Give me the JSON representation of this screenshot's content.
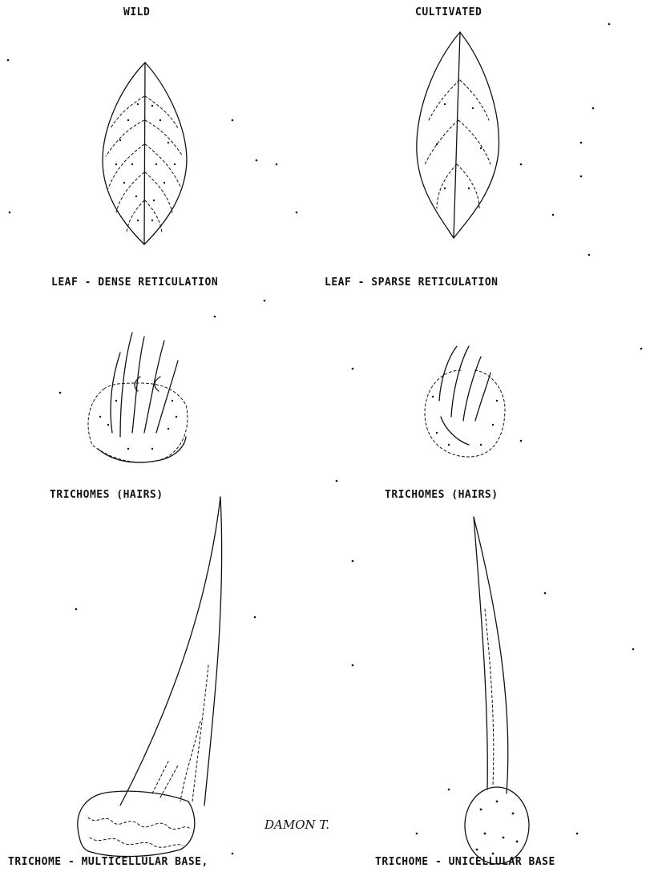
{
  "columns": {
    "left_heading": "WILD",
    "right_heading": "CULTIVATED"
  },
  "captions": {
    "leaf_wild": "LEAF - DENSE RETICULATION",
    "leaf_cultivated": "LEAF - SPARSE RETICULATION",
    "trichomes_wild": "TRICHOMES (HAIRS)",
    "trichomes_cultivated": "TRICHOMES (HAIRS)",
    "trichome_wild": "TRICHOME - MULTICELLULAR BASE,",
    "trichome_cultivated": "TRICHOME - UNICELLULAR BASE"
  },
  "signature": "DAMON T.",
  "figures": {
    "leaf_wild_icon": "leaf-dense-reticulation-drawing",
    "leaf_cultivated_icon": "leaf-sparse-reticulation-drawing",
    "trichomes_wild_icon": "trichome-cluster-drawing",
    "trichomes_cultivated_icon": "trichome-cluster-drawing",
    "trichome_wild_icon": "multicellular-base-trichome-drawing",
    "trichome_cultivated_icon": "unicellular-base-trichome-drawing"
  },
  "colors": {
    "ink": "#111111",
    "paper": "#ffffff"
  }
}
